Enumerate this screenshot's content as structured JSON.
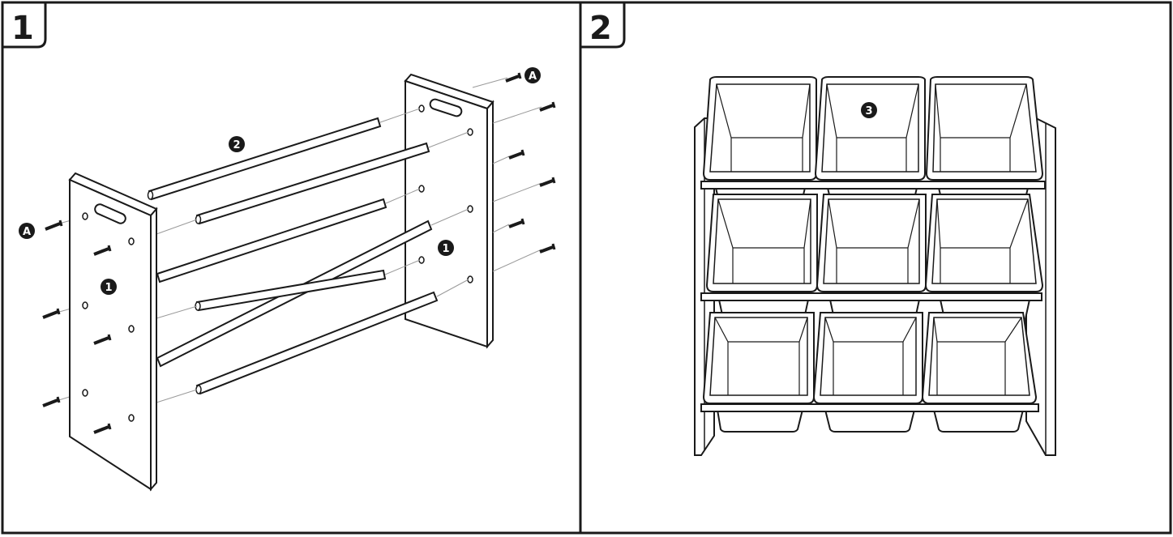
{
  "steps": [
    {
      "number": "1"
    },
    {
      "number": "2"
    }
  ],
  "callouts": {
    "screw_a": "A",
    "part_side_panel": "1",
    "part_rod": "2",
    "part_bin": "3"
  },
  "colors": {
    "line": "#1a1a1a",
    "background": "#ffffff",
    "guide": "#9a9a9a"
  }
}
